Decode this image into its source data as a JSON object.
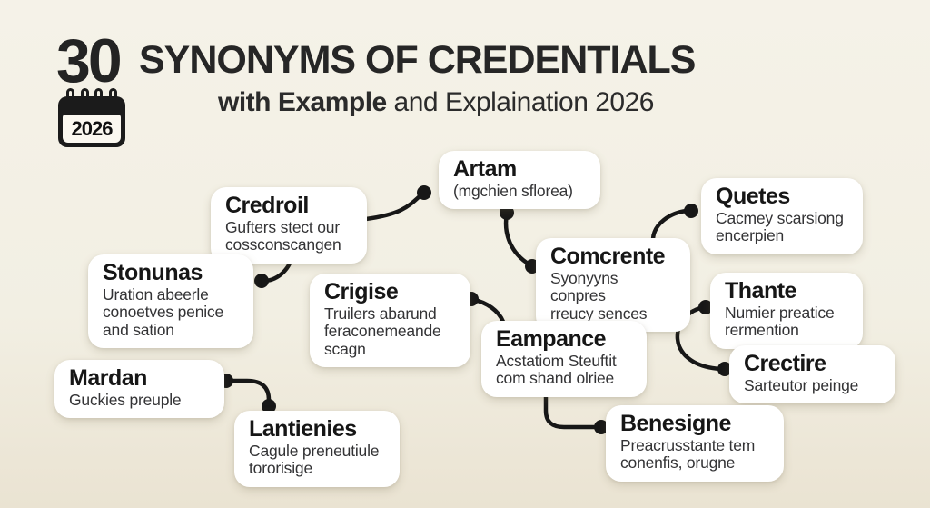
{
  "page": {
    "background_color": "#f2efe3",
    "card_color": "#ffffff",
    "line_color": "#171717",
    "text_color": "#161616"
  },
  "header": {
    "count": "30",
    "title": "SYNONYMS OF CREDENTIALS",
    "subtitle_bold": "with Example",
    "subtitle_rest": " and Explaination 2026",
    "calendar_year": "2026"
  },
  "cards": [
    {
      "title": "Credroil",
      "description": "Gufters stect our\ncossconscangen"
    },
    {
      "title": "Artam",
      "description": "(mgchien sflorea)"
    },
    {
      "title": "Quetes",
      "description": "Cacmey scarsiong\nencerpien"
    },
    {
      "title": "Comcrente",
      "description": "Syonyyns conpres\nrreucy sences"
    },
    {
      "title": "Stonunas",
      "description": "Uration abeerle\nconoetves penice\nand sation"
    },
    {
      "title": "Crigise",
      "description": "Truilers abarund\nferaconemeande\nscagn"
    },
    {
      "title": "Thante",
      "description": "Numier preatice\nrermention"
    },
    {
      "title": "Eampance",
      "description": "Acstatiom Steuftit\ncom shand olriee"
    },
    {
      "title": "Crectire",
      "description": "Sarteutor peinge"
    },
    {
      "title": "Mardan",
      "description": "Guckies preuple"
    },
    {
      "title": "Lantienies",
      "description": "Cagule preneutiule\ntororisige"
    },
    {
      "title": "Benesigne",
      "description": "Preacrusstante tem\nconenfis, orugne"
    }
  ],
  "connections": [
    {
      "from": "Credroil",
      "to": "Artam"
    },
    {
      "from": "Artam",
      "to": "Comcrente"
    },
    {
      "from": "Comcrente",
      "to": "Quetes"
    },
    {
      "from": "Credroil",
      "to": "Stonunas"
    },
    {
      "from": "Crigise",
      "to": "Eampance"
    },
    {
      "from": "Thante",
      "to": "Crectire"
    },
    {
      "from": "Eampance",
      "to": "Benesigne"
    },
    {
      "from": "Mardan",
      "to": "Lantienies"
    }
  ]
}
